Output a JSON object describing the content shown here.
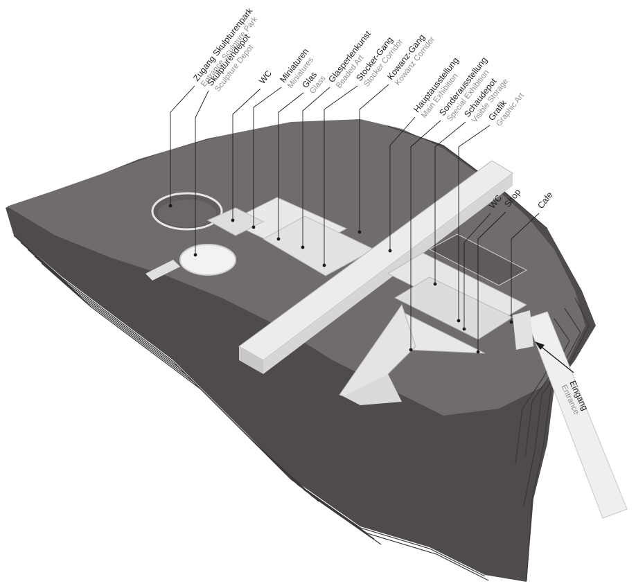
{
  "labels": [
    {
      "id": "sculpture-park",
      "de": "Zugang Skulpturenpark",
      "en": "Entrance Sculpture Park"
    },
    {
      "id": "sculpture-depot",
      "de": "Skulpturendepot",
      "en": "Sculpture Depot"
    },
    {
      "id": "wc-west",
      "de": "WC",
      "en": ""
    },
    {
      "id": "miniatures",
      "de": "Miniaturen",
      "en": "Miniatures"
    },
    {
      "id": "glass",
      "de": "Glas",
      "en": "Glass"
    },
    {
      "id": "beaded-art",
      "de": "Glasperlenkunst",
      "en": "Beaded Art"
    },
    {
      "id": "stocker-corridor",
      "de": "Stocker-Gang",
      "en": "Stocker Corridor"
    },
    {
      "id": "kowanz-corridor",
      "de": "Kowanz-Gang",
      "en": "Kowanz Corridor"
    },
    {
      "id": "main-exhibition",
      "de": "Hauptausstellung",
      "en": "Main Exhibition"
    },
    {
      "id": "special-exhibition",
      "de": "Sonderausstellung",
      "en": "Special Exhibition"
    },
    {
      "id": "visible-storage",
      "de": "Schaudepot",
      "en": "Visible Storage"
    },
    {
      "id": "graphic-art",
      "de": "Grafik",
      "en": "Graphic Art"
    },
    {
      "id": "wc-east",
      "de": "WC",
      "en": ""
    },
    {
      "id": "shop",
      "de": "Shop",
      "en": ""
    },
    {
      "id": "cafe",
      "de": "Cafe",
      "en": ""
    },
    {
      "id": "entrance",
      "de": "Eingang",
      "en": "Entrance"
    }
  ],
  "colors": {
    "terrain_top": "#6f6c6b",
    "terrain_side": "#4e4b4a",
    "contour": "#3a3837",
    "building": "#e9e9e9",
    "building_shade": "#c9c9c9",
    "leader": "#1a1a1a",
    "text_de": "#1f1f1f",
    "text_en": "#8f8f8f"
  }
}
